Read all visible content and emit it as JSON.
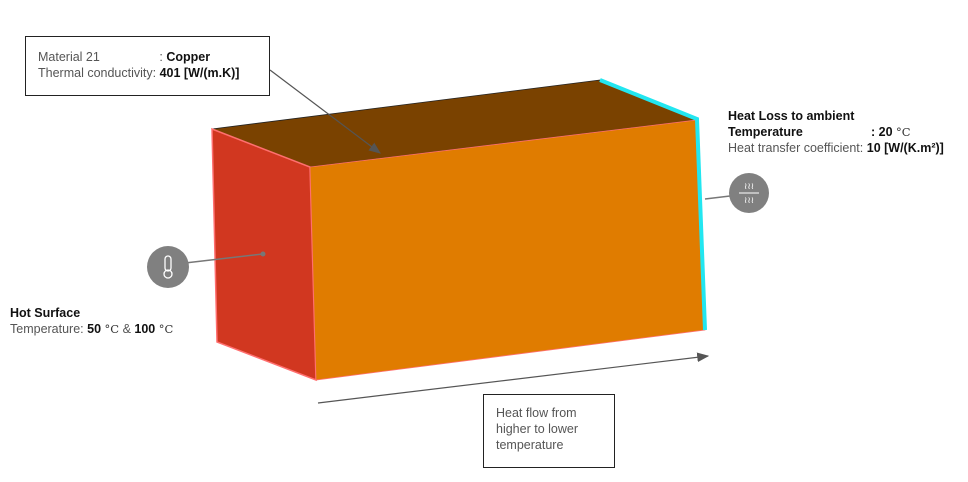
{
  "material": {
    "name_label": "Material 21",
    "name_value": "Copper",
    "conductivity_label": "Thermal conductivity:",
    "conductivity_value": "401 [W/(m.K)]"
  },
  "heat_loss": {
    "title": "Heat Loss to ambient",
    "temp_label": "Temperature",
    "temp_value": ": 20",
    "temp_unit": "°C",
    "coeff_label": "Heat transfer coefficient:",
    "coeff_value": "10 [W/(K.m²)]"
  },
  "hot_surface": {
    "title": "Hot Surface",
    "temp_label": "Temperature:",
    "value1": "50",
    "unit1": "°C",
    "amp": "&",
    "value2": "100",
    "unit2": "°C"
  },
  "heat_flow": {
    "text": "Heat flow from higher to lower temperature"
  },
  "icons": {
    "hot": "thermometer-icon",
    "ambient": "convection-icon"
  },
  "colors": {
    "front": "#e07c00",
    "top": "#7a4200",
    "left": "#d13720",
    "edge_hot": "#ff6f6f",
    "edge_cold": "#22e6f0",
    "icon_bg": "#808080"
  }
}
